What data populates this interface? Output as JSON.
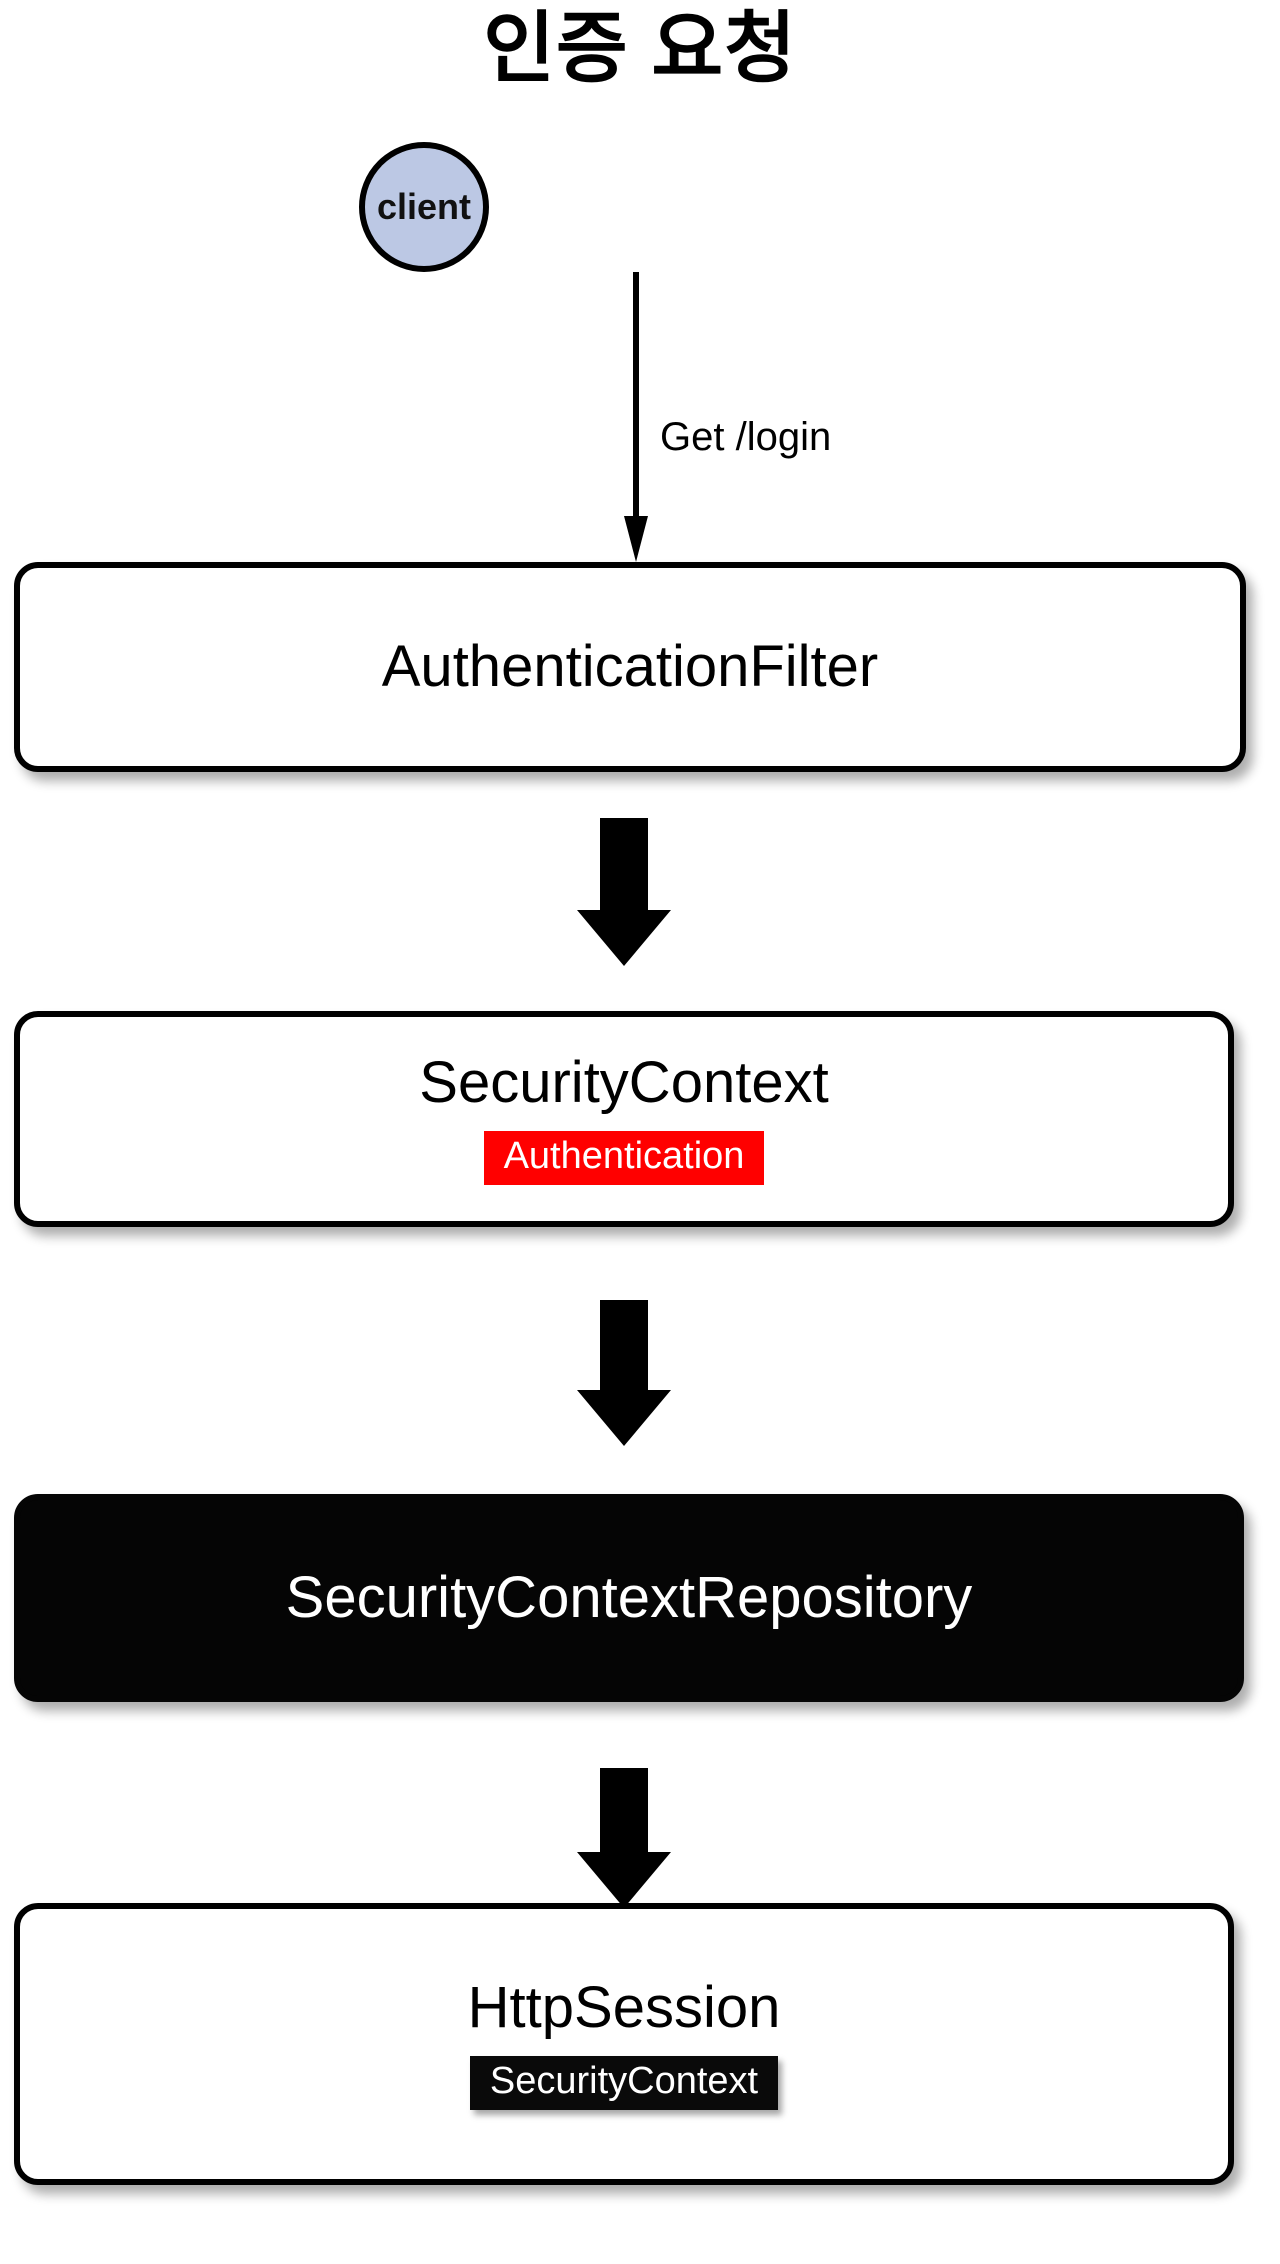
{
  "diagram": {
    "title": "인증 요청",
    "type": "flowchart",
    "background_color": "#ffffff",
    "nodes": [
      {
        "id": "client",
        "shape": "circle",
        "label": "client",
        "fill_color": "#bcc8e4",
        "border_color": "#000000",
        "text_color": "#111111"
      },
      {
        "id": "authentication-filter",
        "shape": "rounded-rect",
        "label": "AuthenticationFilter",
        "fill_color": "#ffffff",
        "border_color": "#000000",
        "text_color": "#000000"
      },
      {
        "id": "security-context",
        "shape": "rounded-rect",
        "label": "SecurityContext",
        "fill_color": "#ffffff",
        "border_color": "#000000",
        "text_color": "#000000",
        "badge": {
          "label": "Authentication",
          "fill_color": "#ff0000",
          "text_color": "#ffffff"
        }
      },
      {
        "id": "security-context-repository",
        "shape": "rounded-rect",
        "label": "SecurityContextRepository",
        "fill_color": "#050505",
        "border_color": "#050505",
        "text_color": "#ffffff"
      },
      {
        "id": "http-session",
        "shape": "rounded-rect",
        "label": "HttpSession",
        "fill_color": "#ffffff",
        "border_color": "#000000",
        "text_color": "#000000",
        "badge": {
          "label": "SecurityContext",
          "fill_color": "#0a0a0a",
          "text_color": "#ffffff"
        }
      }
    ],
    "edges": [
      {
        "id": "client-to-authentication-filter",
        "from": "client",
        "to": "authentication-filter",
        "label": "Get /login",
        "style": "thin-arrow",
        "color": "#000000"
      },
      {
        "id": "authentication-filter-to-security-context",
        "from": "authentication-filter",
        "to": "security-context",
        "label": "",
        "style": "block-arrow",
        "color": "#000000"
      },
      {
        "id": "security-context-to-security-context-repository",
        "from": "security-context",
        "to": "security-context-repository",
        "label": "",
        "style": "block-arrow",
        "color": "#000000"
      },
      {
        "id": "security-context-repository-to-http-session",
        "from": "security-context-repository",
        "to": "http-session",
        "label": "",
        "style": "block-arrow",
        "color": "#000000"
      }
    ]
  }
}
